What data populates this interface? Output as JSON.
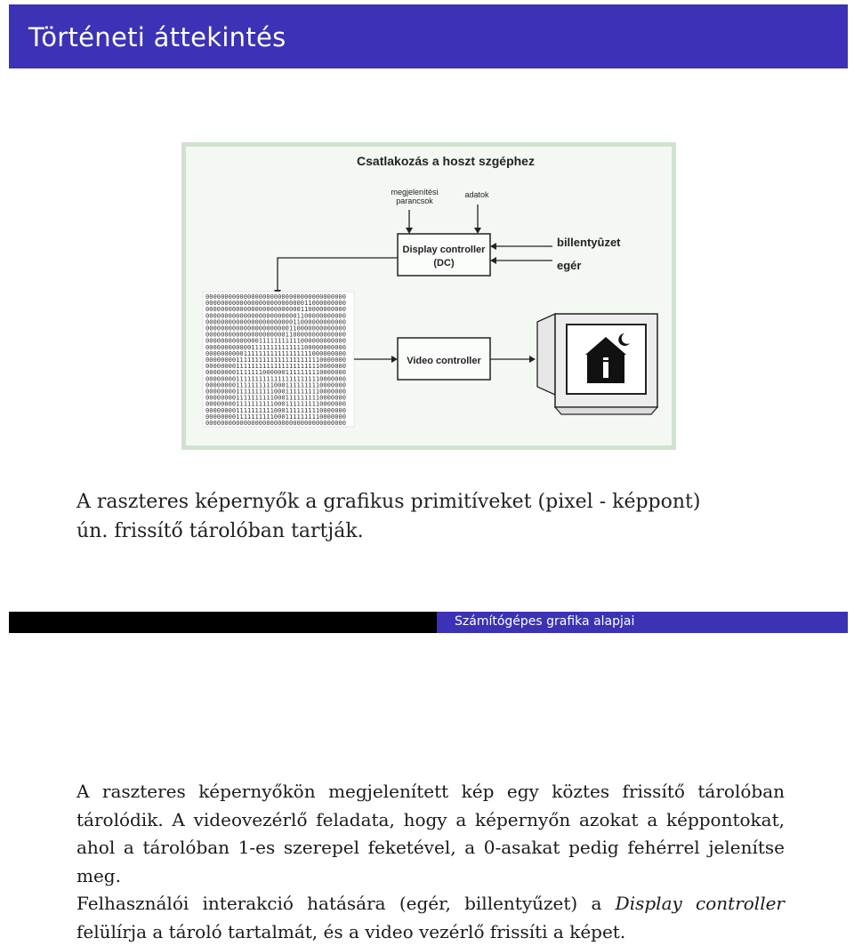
{
  "header": {
    "title": "Történeti áttekintés"
  },
  "figure": {
    "heading": "Csatlakozás a hoszt szgéphez",
    "label_commands": [
      "megjelenítési",
      "parancsok"
    ],
    "label_data": "adatok",
    "dc_box": [
      "Display controller",
      "(DC)"
    ],
    "label_keyboard": "billentyûzet",
    "label_mouse": "egér",
    "video_box": "Video controller",
    "bitmap_rows": [
      "0000000000000000000000000000000000000",
      "0000000000000000000000000011000000000",
      "0000000000000000000000000110000000000",
      "0000000000000000000000001100000000000",
      "0000000000000000000000011000000000000",
      "0000000000000000000000110000000000000",
      "0000000000000000000001100000000000000",
      "0000000000000011111111111000000000000",
      "0000000000001111111111111100000000000",
      "0000000000111111111111111111000000000",
      "0000000011111111111111111111110000000",
      "0000000011111111111111111111110000000",
      "0000000011111110000001111111110000000",
      "0000000011111111111111111111110000000",
      "0000000011111111110001111111110000000",
      "0000000011111111110001111111110000000",
      "0000000011111111110001111111110000000",
      "0000000011111111110001111111110000000",
      "0000000011111111110001111111110000000",
      "0000000011111111110001111111110000000",
      "0000000000000000000000000000000000000"
    ]
  },
  "caption": {
    "line1": "A raszteres képernyők a grafikus primitíveket (pixel - képpont)",
    "line2": "ún. frissítő tárolóban tartják."
  },
  "footer": {
    "text": "Számítógépes grafika alapjai"
  },
  "body": {
    "para1": "A raszteres képernyőkön megjelenített kép egy köztes frissítő tárolóban tárolódik. A videovezérlő feladata, hogy a képernyőn azokat a képpontokat, ahol a tárolóban 1-es szerepel feketével, a 0-asakat pedig fehérrel jelenítse meg.",
    "para2_before": "Felhasználói interakció hatására (egér, billentyűzet) a ",
    "para2_italic": "Display controller",
    "para2_after": " felülírja a tároló tartalmát, és a video vezérlő frissíti a képet."
  }
}
